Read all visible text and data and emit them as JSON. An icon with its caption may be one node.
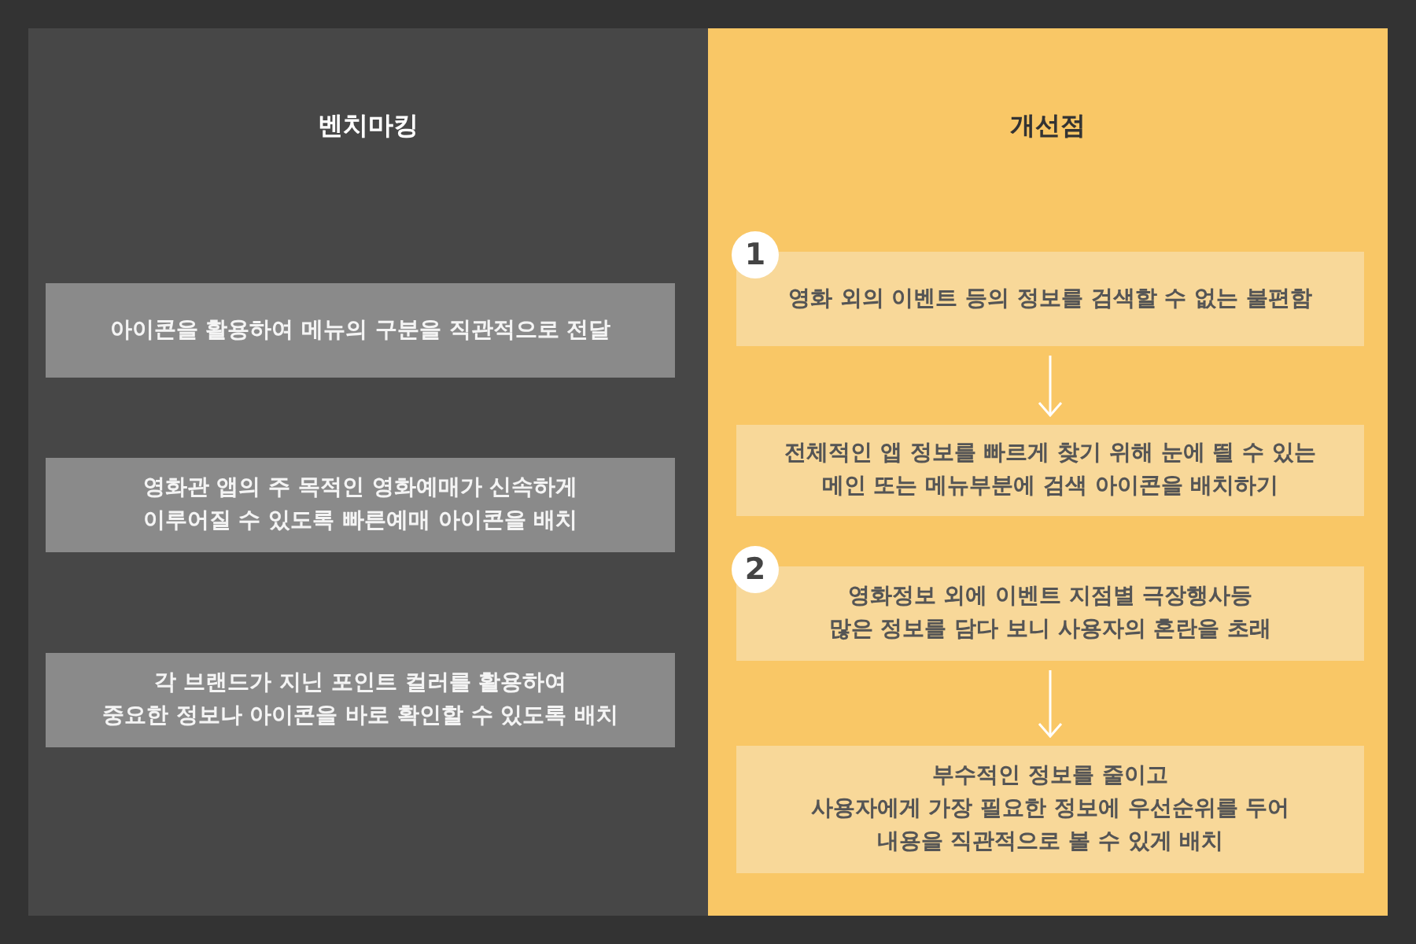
{
  "diagram": {
    "nodes": [
      {
        "text": [
          "벤치마킹"
        ]
      },
      {
        "text": [
          "개선점"
        ]
      },
      {
        "text": [
          "아이콘을 활용하여 메뉴의 구분을 직관적으로 전달"
        ],
        "in": 0
      },
      {
        "text": [
          "영화관 앱의 주 목적인 영화예매가 신속하게 이루어질 수 있도록 빠른예매 아이콘을 배치"
        ],
        "in": 0
      },
      {
        "text": [
          "각 브랜드가 지닌 포인트 컬러를 활용하여 중요한 정보나 아이콘을 바로 확인할 수 있도록 배치"
        ],
        "in": 0
      },
      {
        "text": [
          "1"
        ],
        "in": 1
      },
      {
        "text": [
          "영화 외의 이벤트 등의 정보를 검색할 수 없는 불편함"
        ],
        "in": 1
      },
      {
        "text": [
          "전체적인 앱 정보를 빠르게 찾기 위해 눈에 띌 수 있는 메인 또는 메뉴부분에 검색 아이콘을 배치하기"
        ],
        "in": 1
      },
      {
        "text": [
          "2"
        ],
        "in": 1
      },
      {
        "text": [
          "영화정보 외에 이벤트 지점별 극장행사등 많은 정보를 담다 보니 사용자의 혼란을 초래"
        ],
        "in": 1
      },
      {
        "text": [
          "부수적인 정보를 줄이고 사용자에게 가장 필요한 정보에 우선순위를 두어 내용을 직관적으로 볼 수 있게 배치"
        ],
        "in": 1
      }
    ],
    "edges": [
      {
        "from": 6,
        "to": 7,
        "arrow": "to"
      },
      {
        "from": 9,
        "to": 10,
        "arrow": "to"
      }
    ]
  }
}
